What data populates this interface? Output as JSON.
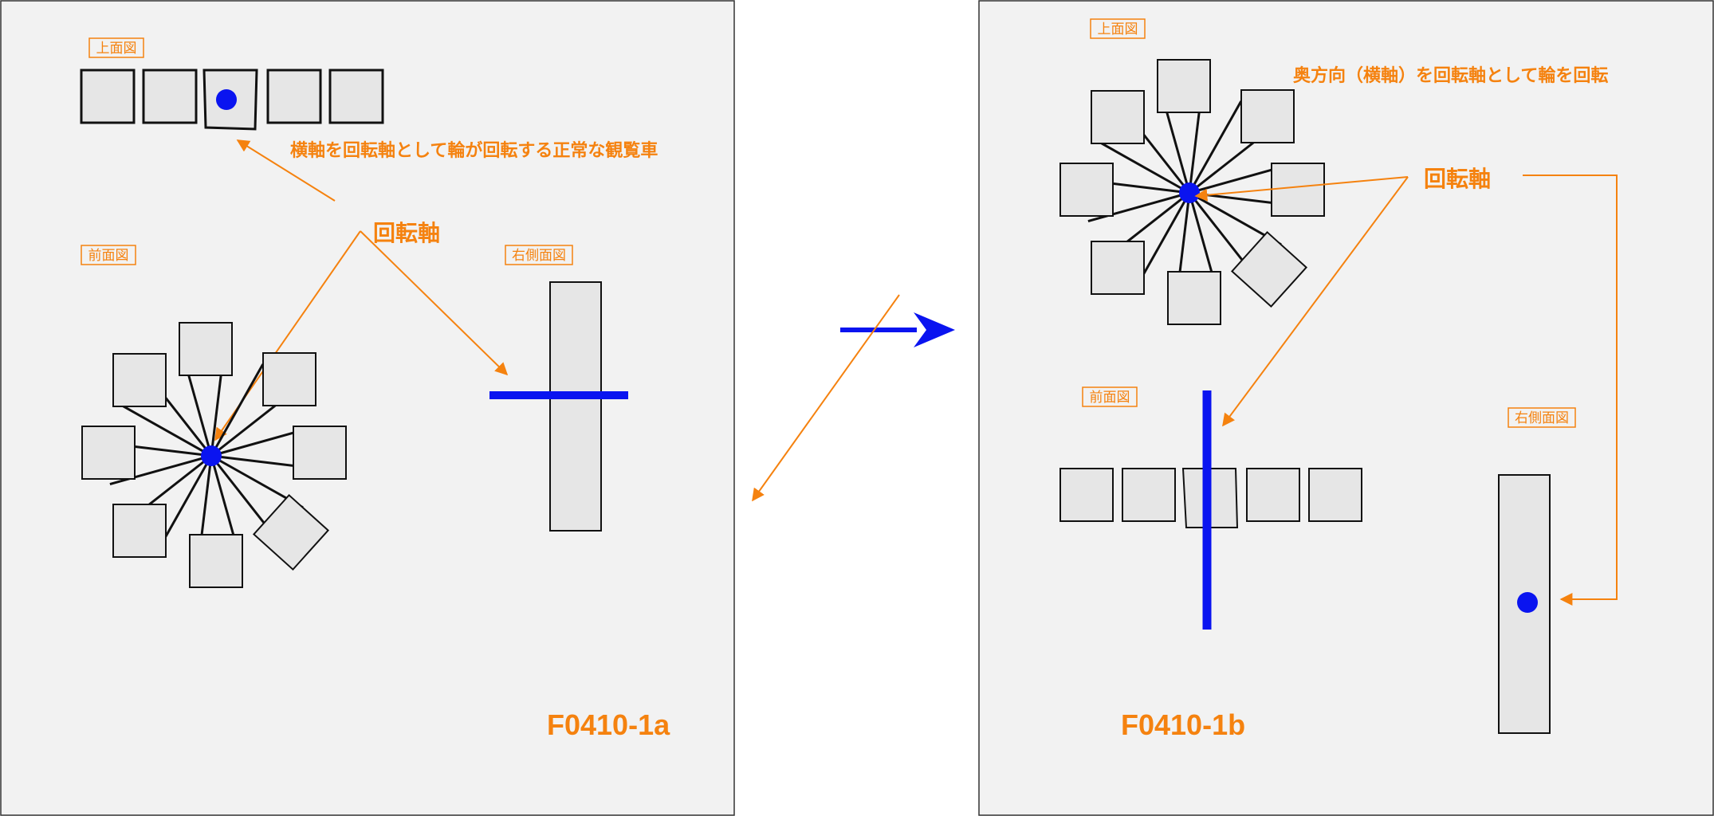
{
  "panel_a": {
    "tag_top": "上面図",
    "tag_front": "前面図",
    "tag_right": "右側面図",
    "description": "横軸を回転軸として輪が回転する正常な観覧車",
    "axis_label": "回転軸",
    "figure_id": "F0410-1a"
  },
  "panel_b": {
    "tag_top": "上面図",
    "tag_front": "前面図",
    "tag_right": "右側面図",
    "description": "奥方向（横軸）を回転軸として輪を回転",
    "axis_label": "回転軸",
    "figure_id": "F0410-1b"
  },
  "colors": {
    "panel_bg": "#f2f2f2",
    "box_fill": "#e6e6e6",
    "axis_blue": "#0a14f0",
    "annotation_orange": "#f5820f"
  }
}
